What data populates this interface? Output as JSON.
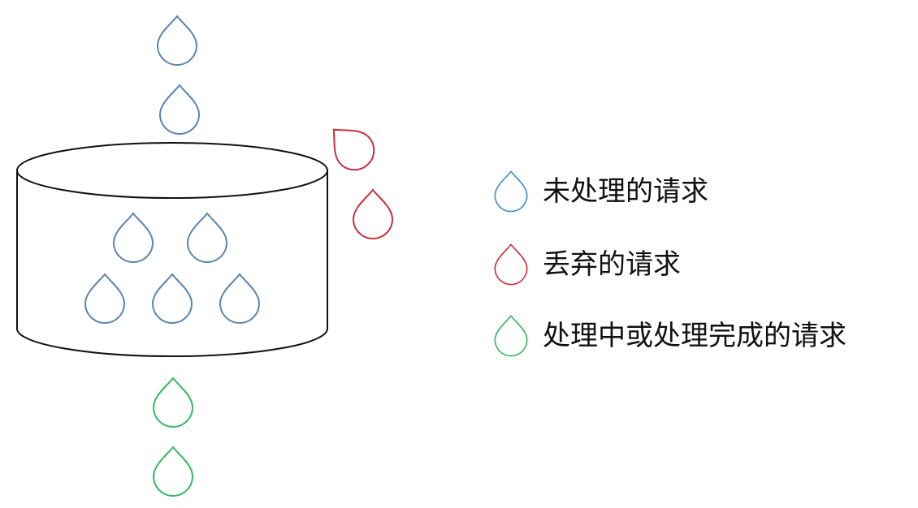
{
  "colors": {
    "pending": "#5b84b1",
    "pending_legend": "#3f8fd4",
    "dropped": "#c9303a",
    "processed": "#37b860",
    "outline": "#111111"
  },
  "drop_icon": "water-drop-icon",
  "legend": [
    {
      "key": "pending",
      "label": "未处理的请求"
    },
    {
      "key": "dropped",
      "label": "丢弃的请求"
    },
    {
      "key": "processed",
      "label": "处理中或处理完成的请求"
    }
  ]
}
